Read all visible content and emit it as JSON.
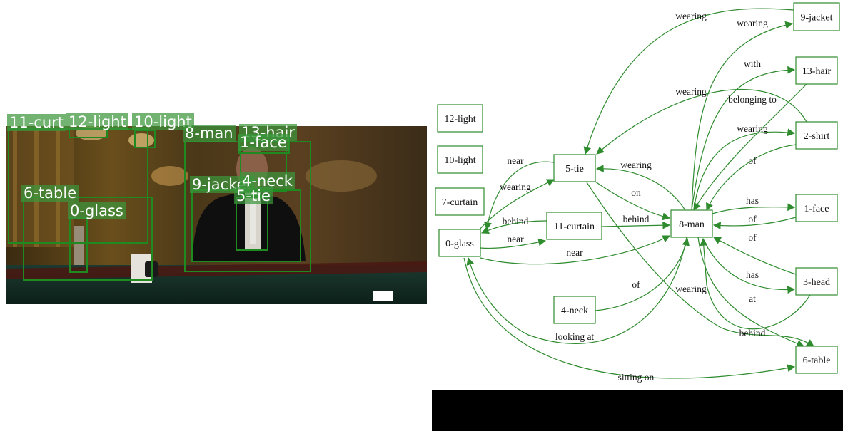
{
  "colors": {
    "accent": "#2e8b2e",
    "label_bg": "#3c963c",
    "bar": "#000000"
  },
  "detections": [
    {
      "id": "11-curtain",
      "label": "11-curt"
    },
    {
      "id": "12-light",
      "label": "12-light"
    },
    {
      "id": "10-light",
      "label": "10-light"
    },
    {
      "id": "8-man",
      "label": "8-man"
    },
    {
      "id": "13-hair",
      "label": "13-hair"
    },
    {
      "id": "1-face",
      "label": "1-face"
    },
    {
      "id": "6-table",
      "label": "6-table"
    },
    {
      "id": "0-glass",
      "label": "0-glass"
    },
    {
      "id": "9-jacket",
      "label": "9-jacket"
    },
    {
      "id": "4-neck",
      "label": "4-neck"
    },
    {
      "id": "5-tie",
      "label": "5-tie"
    }
  ],
  "graph": {
    "nodes": [
      {
        "id": "9-jacket",
        "label": "9-jacket"
      },
      {
        "id": "13-hair",
        "label": "13-hair"
      },
      {
        "id": "12-light",
        "label": "12-light"
      },
      {
        "id": "2-shirt",
        "label": "2-shirt"
      },
      {
        "id": "10-light",
        "label": "10-light"
      },
      {
        "id": "5-tie",
        "label": "5-tie"
      },
      {
        "id": "7-curtain",
        "label": "7-curtain"
      },
      {
        "id": "1-face",
        "label": "1-face"
      },
      {
        "id": "11-curtain",
        "label": "11-curtain"
      },
      {
        "id": "8-man",
        "label": "8-man"
      },
      {
        "id": "0-glass",
        "label": "0-glass"
      },
      {
        "id": "3-head",
        "label": "3-head"
      },
      {
        "id": "4-neck",
        "label": "4-neck"
      },
      {
        "id": "6-table",
        "label": "6-table"
      }
    ],
    "edges": [
      {
        "id": "e1",
        "from": "8-man",
        "to": "9-jacket",
        "label": "wearing"
      },
      {
        "id": "e2",
        "from": "9-jacket",
        "to": "5-tie",
        "label": "wearing"
      },
      {
        "id": "e3",
        "from": "8-man",
        "to": "13-hair",
        "label": "with"
      },
      {
        "id": "e4",
        "from": "13-hair",
        "to": "8-man",
        "label": "belonging to"
      },
      {
        "id": "e5",
        "from": "2-shirt",
        "to": "5-tie",
        "label": "wearing"
      },
      {
        "id": "e6",
        "from": "8-man",
        "to": "2-shirt",
        "label": "wearing"
      },
      {
        "id": "e7",
        "from": "2-shirt",
        "to": "8-man",
        "label": "of"
      },
      {
        "id": "e8",
        "from": "5-tie",
        "to": "0-glass",
        "label": "near"
      },
      {
        "id": "e9",
        "from": "0-glass",
        "to": "5-tie",
        "label": "wearing"
      },
      {
        "id": "e10",
        "from": "8-man",
        "to": "5-tie",
        "label": "wearing"
      },
      {
        "id": "e11",
        "from": "5-tie",
        "to": "8-man",
        "label": "on"
      },
      {
        "id": "e12",
        "from": "11-curtain",
        "to": "8-man",
        "label": "behind"
      },
      {
        "id": "e13",
        "from": "11-curtain",
        "to": "0-glass",
        "label": "behind"
      },
      {
        "id": "e14",
        "from": "0-glass",
        "to": "11-curtain",
        "label": "near"
      },
      {
        "id": "e15",
        "from": "0-glass",
        "to": "8-man",
        "label": "near"
      },
      {
        "id": "e16",
        "from": "8-man",
        "to": "1-face",
        "label": "has"
      },
      {
        "id": "e17",
        "from": "1-face",
        "to": "8-man",
        "label": "of"
      },
      {
        "id": "e18",
        "from": "3-head",
        "to": "8-man",
        "label": "of"
      },
      {
        "id": "e19",
        "from": "8-man",
        "to": "3-head",
        "label": "has"
      },
      {
        "id": "e20",
        "from": "4-neck",
        "to": "8-man",
        "label": "of"
      },
      {
        "id": "e21",
        "from": "8-man",
        "to": "0-glass",
        "label": "looking at"
      },
      {
        "id": "e22",
        "from": "5-tie",
        "to": "6-table",
        "label": "wearing"
      },
      {
        "id": "e23",
        "from": "8-man",
        "to": "6-table",
        "label": "at"
      },
      {
        "id": "e24",
        "from": "3-head",
        "to": "8-man",
        "label": "behind"
      },
      {
        "id": "e25",
        "from": "0-glass",
        "to": "6-table",
        "label": "sitting on"
      }
    ]
  }
}
